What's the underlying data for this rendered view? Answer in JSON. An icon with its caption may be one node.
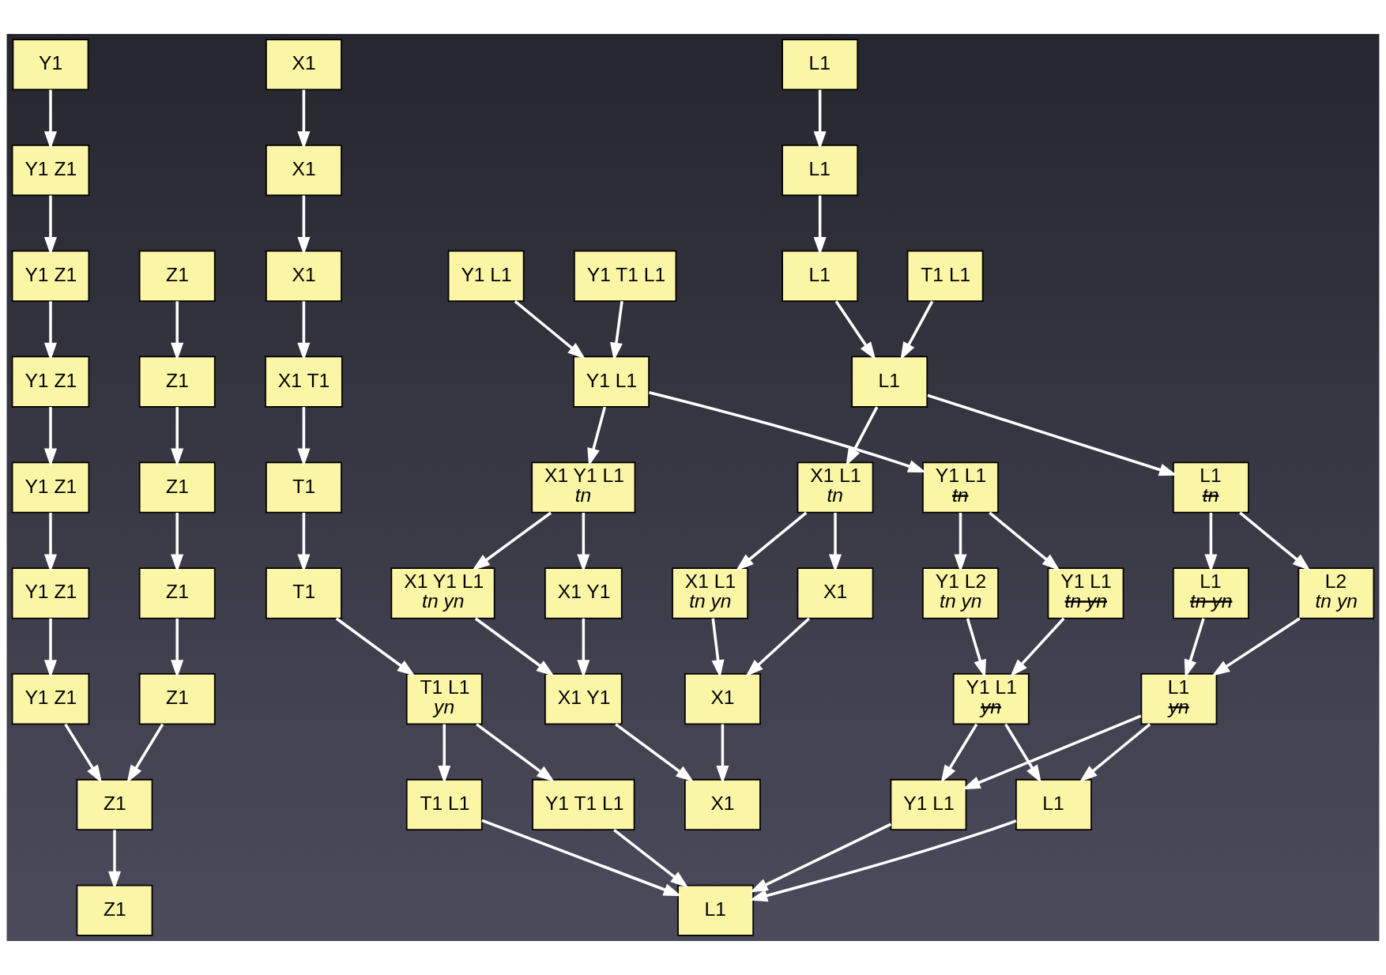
{
  "diagram": {
    "nodes": [
      {
        "text": [
          "Y1"
        ]
      },
      {
        "text": [
          "X1"
        ]
      },
      {
        "text": [
          "L1"
        ]
      },
      {
        "text": [
          "Y1 Z1"
        ]
      },
      {
        "text": [
          "X1"
        ]
      },
      {
        "text": [
          "L1"
        ]
      },
      {
        "text": [
          "Y1 Z1"
        ]
      },
      {
        "text": [
          "Z1"
        ]
      },
      {
        "text": [
          "X1"
        ]
      },
      {
        "text": [
          "T1 L1"
        ]
      },
      {
        "text": [
          "L1"
        ]
      },
      {
        "text": [
          "Y1 L1"
        ]
      },
      {
        "text": [
          "Y1 T1 L1"
        ]
      },
      {
        "text": [
          "Y1 Z1"
        ]
      },
      {
        "text": [
          "Z1"
        ]
      },
      {
        "text": [
          "X1 T1"
        ]
      },
      {
        "text": [
          "L1"
        ]
      },
      {
        "text": [
          "Y1 L1"
        ]
      },
      {
        "text": [
          "Y1 Z1"
        ]
      },
      {
        "text": [
          "Z1"
        ]
      },
      {
        "text": [
          "T1"
        ]
      },
      {
        "text": [
          "L1",
          "tn"
        ]
      },
      {
        "text": [
          "Y1 L1",
          "tn"
        ]
      },
      {
        "text": [
          "X1 L1",
          "tn"
        ]
      },
      {
        "text": [
          "X1 Y1 L1",
          "tn"
        ]
      },
      {
        "text": [
          "Y1 Z1"
        ]
      },
      {
        "text": [
          "Z1"
        ]
      },
      {
        "text": [
          "T1"
        ]
      },
      {
        "text": [
          "L2",
          "tn yn"
        ]
      },
      {
        "text": [
          "L1",
          "tn yn"
        ]
      },
      {
        "text": [
          "Y1 L1",
          "tn yn"
        ]
      },
      {
        "text": [
          "Y1 L2",
          "tn yn"
        ]
      },
      {
        "text": [
          "X1 L1",
          "tn yn"
        ]
      },
      {
        "text": [
          "X1"
        ]
      },
      {
        "text": [
          "X1 Y1 L1",
          "tn yn"
        ]
      },
      {
        "text": [
          "X1 Y1"
        ]
      },
      {
        "text": [
          "Y1 Z1"
        ]
      },
      {
        "text": [
          "Z1"
        ]
      },
      {
        "text": [
          "T1 L1",
          "yn"
        ]
      },
      {
        "text": [
          "L1",
          "yn"
        ]
      },
      {
        "text": [
          "Y1 L1",
          "yn"
        ]
      },
      {
        "text": [
          "X1"
        ]
      },
      {
        "text": [
          "X1 Y1"
        ]
      },
      {
        "text": [
          "Z1"
        ]
      },
      {
        "text": [
          "T1 L1"
        ]
      },
      {
        "text": [
          "Y1 T1 L1"
        ]
      },
      {
        "text": [
          "L1"
        ]
      },
      {
        "text": [
          "Y1 L1"
        ]
      },
      {
        "text": [
          "X1"
        ]
      },
      {
        "text": [
          "Z1"
        ]
      },
      {
        "text": [
          "L1"
        ]
      }
    ],
    "edges": [
      {
        "from": 0,
        "to": 3,
        "arrow": "to"
      },
      {
        "from": 3,
        "to": 6,
        "arrow": "to"
      },
      {
        "from": 6,
        "to": 13,
        "arrow": "to"
      },
      {
        "from": 13,
        "to": 18,
        "arrow": "to"
      },
      {
        "from": 18,
        "to": 25,
        "arrow": "to"
      },
      {
        "from": 25,
        "to": 36,
        "arrow": "to"
      },
      {
        "from": 36,
        "to": 43,
        "arrow": "to"
      },
      {
        "from": 43,
        "to": 49,
        "arrow": "to"
      },
      {
        "from": 7,
        "to": 14,
        "arrow": "to"
      },
      {
        "from": 14,
        "to": 19,
        "arrow": "to"
      },
      {
        "from": 19,
        "to": 26,
        "arrow": "to"
      },
      {
        "from": 26,
        "to": 37,
        "arrow": "to"
      },
      {
        "from": 37,
        "to": 43,
        "arrow": "to"
      },
      {
        "from": 1,
        "to": 4,
        "arrow": "to"
      },
      {
        "from": 4,
        "to": 8,
        "arrow": "to"
      },
      {
        "from": 8,
        "to": 15,
        "arrow": "to"
      },
      {
        "from": 15,
        "to": 20,
        "arrow": "to"
      },
      {
        "from": 20,
        "to": 27,
        "arrow": "to"
      },
      {
        "from": 27,
        "to": 38,
        "arrow": "to"
      },
      {
        "from": 38,
        "to": 44,
        "arrow": "to"
      },
      {
        "from": 38,
        "to": 45,
        "arrow": "to"
      },
      {
        "from": 2,
        "to": 5,
        "arrow": "to"
      },
      {
        "from": 5,
        "to": 10,
        "arrow": "to"
      },
      {
        "from": 9,
        "to": 16,
        "arrow": "to"
      },
      {
        "from": 10,
        "to": 16,
        "arrow": "to"
      },
      {
        "from": 11,
        "to": 17,
        "arrow": "to"
      },
      {
        "from": 12,
        "to": 17,
        "arrow": "to"
      },
      {
        "from": 16,
        "to": 21,
        "arrow": "to"
      },
      {
        "from": 16,
        "to": 23,
        "arrow": "to"
      },
      {
        "from": 17,
        "to": 22,
        "arrow": "to"
      },
      {
        "from": 17,
        "to": 24,
        "arrow": "to"
      },
      {
        "from": 21,
        "to": 28,
        "arrow": "to"
      },
      {
        "from": 21,
        "to": 29,
        "arrow": "to"
      },
      {
        "from": 22,
        "to": 30,
        "arrow": "to"
      },
      {
        "from": 22,
        "to": 31,
        "arrow": "to"
      },
      {
        "from": 23,
        "to": 32,
        "arrow": "to"
      },
      {
        "from": 23,
        "to": 33,
        "arrow": "to"
      },
      {
        "from": 24,
        "to": 34,
        "arrow": "to"
      },
      {
        "from": 24,
        "to": 35,
        "arrow": "to"
      },
      {
        "from": 28,
        "to": 39,
        "arrow": "to"
      },
      {
        "from": 29,
        "to": 39,
        "arrow": "to"
      },
      {
        "from": 30,
        "to": 40,
        "arrow": "to"
      },
      {
        "from": 31,
        "to": 40,
        "arrow": "to"
      },
      {
        "from": 32,
        "to": 41,
        "arrow": "to"
      },
      {
        "from": 33,
        "to": 41,
        "arrow": "to"
      },
      {
        "from": 34,
        "to": 42,
        "arrow": "to"
      },
      {
        "from": 35,
        "to": 42,
        "arrow": "to"
      },
      {
        "from": 39,
        "to": 46,
        "arrow": "to"
      },
      {
        "from": 39,
        "to": 47,
        "arrow": "to"
      },
      {
        "from": 40,
        "to": 46,
        "arrow": "to"
      },
      {
        "from": 40,
        "to": 47,
        "arrow": "to"
      },
      {
        "from": 41,
        "to": 48,
        "arrow": "to"
      },
      {
        "from": 42,
        "to": 48,
        "arrow": "to"
      },
      {
        "from": 44,
        "to": 50,
        "arrow": "to"
      },
      {
        "from": 45,
        "to": 50,
        "arrow": "to"
      },
      {
        "from": 46,
        "to": 50,
        "arrow": "to"
      },
      {
        "from": 47,
        "to": 50,
        "arrow": "to"
      }
    ]
  }
}
